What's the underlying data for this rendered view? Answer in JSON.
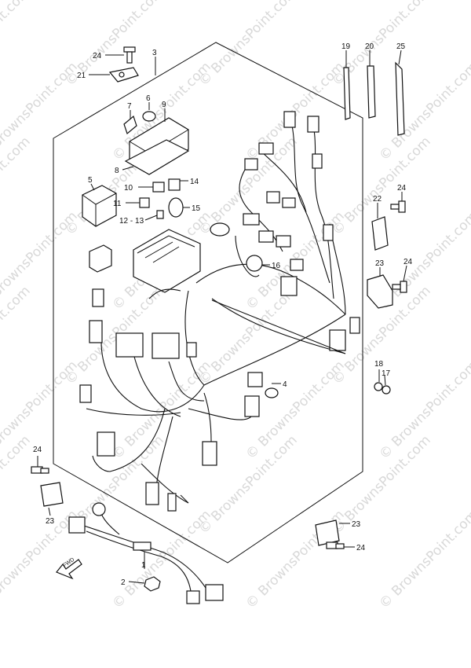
{
  "watermark": "© BrownsPoint.com",
  "fwd_label": "FWD",
  "callouts": [
    {
      "id": "c24a",
      "text": "24"
    },
    {
      "id": "c3",
      "text": "3"
    },
    {
      "id": "c21",
      "text": "21"
    },
    {
      "id": "c6",
      "text": "6"
    },
    {
      "id": "c7",
      "text": "7"
    },
    {
      "id": "c9",
      "text": "9"
    },
    {
      "id": "c8",
      "text": "8"
    },
    {
      "id": "c5",
      "text": "5"
    },
    {
      "id": "c10",
      "text": "10"
    },
    {
      "id": "c14",
      "text": "14"
    },
    {
      "id": "c11",
      "text": "11"
    },
    {
      "id": "c15",
      "text": "15"
    },
    {
      "id": "c1213",
      "text": "12 - 13"
    },
    {
      "id": "c16",
      "text": "16"
    },
    {
      "id": "c4",
      "text": "4"
    },
    {
      "id": "c19",
      "text": "19"
    },
    {
      "id": "c20",
      "text": "20"
    },
    {
      "id": "c25",
      "text": "25"
    },
    {
      "id": "c22",
      "text": "22"
    },
    {
      "id": "c24b",
      "text": "24"
    },
    {
      "id": "c23a",
      "text": "23"
    },
    {
      "id": "c24c",
      "text": "24"
    },
    {
      "id": "c18",
      "text": "18"
    },
    {
      "id": "c17",
      "text": "17"
    },
    {
      "id": "c24d",
      "text": "24"
    },
    {
      "id": "c23b",
      "text": "23"
    },
    {
      "id": "c23c",
      "text": "23"
    },
    {
      "id": "c24e",
      "text": "24"
    },
    {
      "id": "c1",
      "text": "1"
    },
    {
      "id": "c2",
      "text": "2"
    }
  ]
}
